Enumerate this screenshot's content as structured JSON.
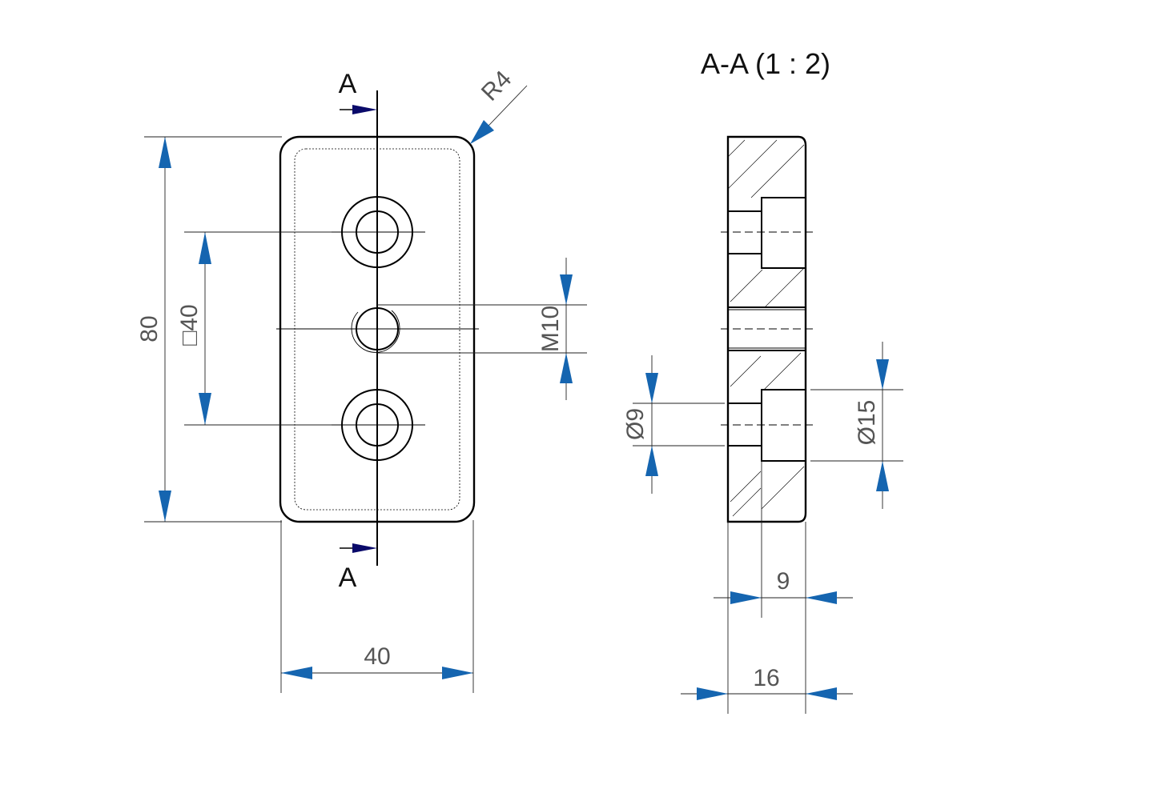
{
  "section_title": "A-A (1 : 2)",
  "section_marker_top": "A",
  "section_marker_bottom": "A",
  "dimensions": {
    "radius": "R4",
    "height": "80",
    "hole_pitch": "□40",
    "thread": "M10",
    "width": "40",
    "bore_small": "Ø9",
    "bore_large": "Ø15",
    "counterbore_depth": "9",
    "thickness": "16"
  },
  "colors": {
    "arrow": "#1565b0",
    "section_arrow": "#0a0a6a",
    "dimension_text": "#555555"
  }
}
